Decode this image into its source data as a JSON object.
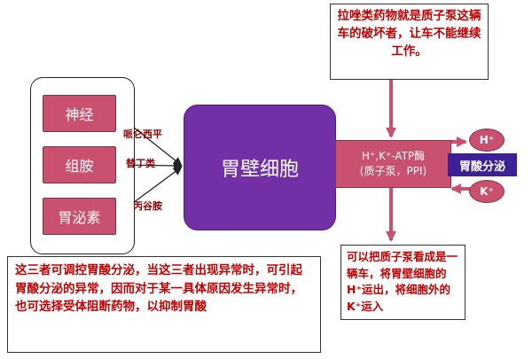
{
  "regulators": [
    "神经",
    "组胺",
    "胃泌素"
  ],
  "drugs": [
    "哌仑西平",
    "替丁类",
    "丙谷胺"
  ],
  "cell_label": "胃壁细胞",
  "pump": {
    "line1": "H⁺,K⁺-ATP酶",
    "line2": "(质子泵，PPI)"
  },
  "secretion_label": "胃酸分泌",
  "ions": {
    "h": "H⁺",
    "k": "K⁺"
  },
  "notes": {
    "top": "拉唑类药物就是质子泵这辆车的破坏者，让车不能继续工作。",
    "right": "可以把质子泵看成是一辆车，将胃壁细胞的H⁺运出，将细胞外的K⁺运入",
    "bottom": "这三者可调控胃酸分泌，当这三者出现异常时，可引起胃酸分泌的异常，因而对于某一具体原因发生异常时，也可选择受体阻断药物，以抑制胃酸"
  },
  "colors": {
    "regulator_box": "#c9506f",
    "cell": "#7330a6",
    "secretion_box": "#3e2096",
    "note_text": "#c00000",
    "drug_text": "#8b0000"
  }
}
